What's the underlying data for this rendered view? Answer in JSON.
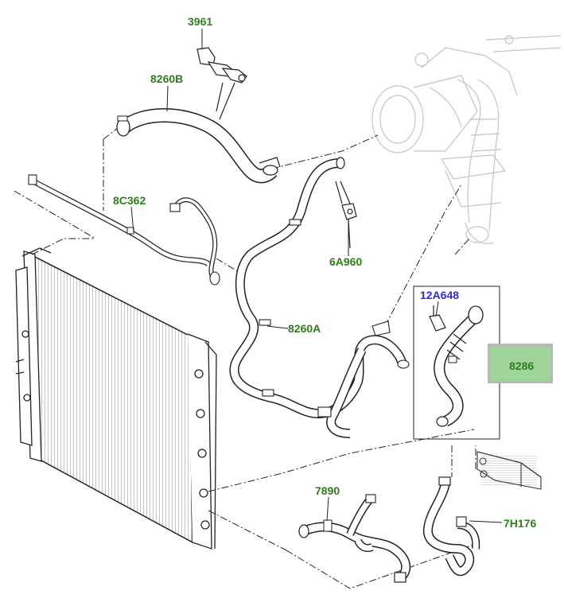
{
  "callouts": {
    "p3961": "3961",
    "p8260b": "8260B",
    "p8c362": "8C362",
    "p6a960": "6A960",
    "p8260a": "8260A",
    "p12a648": "12A648",
    "p8286": "8286",
    "p7890": "7890",
    "p7h176": "7H176"
  },
  "colors": {
    "callout_green": "#2e7d1e",
    "callout_blue": "#2a2ad8",
    "highlight_fill": "#9fd59a",
    "line": "#222222",
    "ghost_line": "#c4c4c4"
  },
  "highlighted_part": "8286"
}
